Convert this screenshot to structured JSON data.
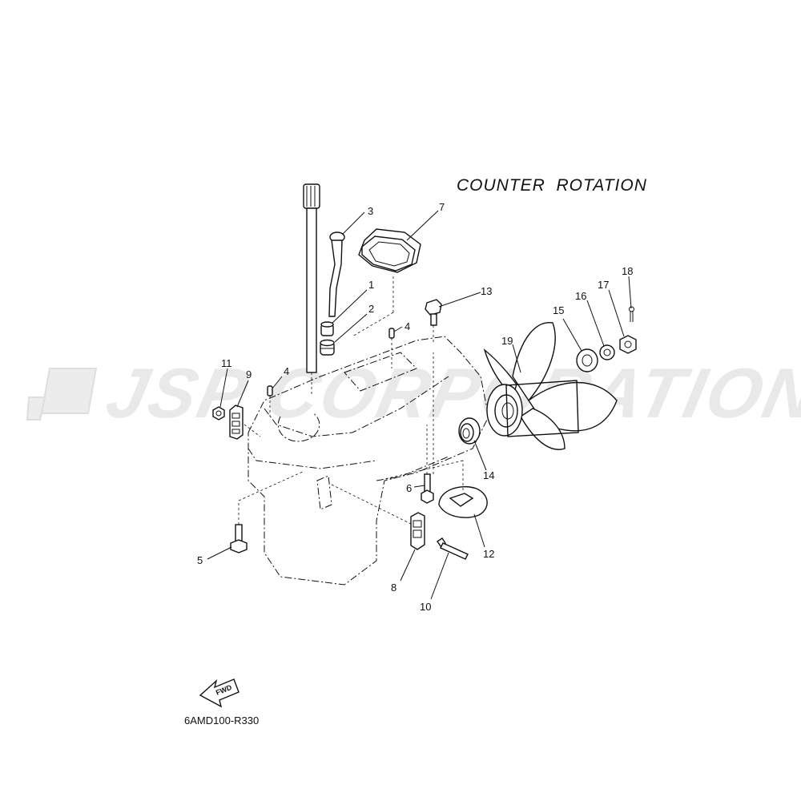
{
  "diagram": {
    "title": "COUNTER  ROTATION",
    "watermark": "JSP CORPORATION",
    "drawing_code": "6AMD100-R330",
    "fwd_label": "FWD",
    "callouts": [
      {
        "id": "c1",
        "label": "1"
      },
      {
        "id": "c2",
        "label": "2"
      },
      {
        "id": "c3",
        "label": "3"
      },
      {
        "id": "c4a",
        "label": "4"
      },
      {
        "id": "c4b",
        "label": "4"
      },
      {
        "id": "c5",
        "label": "5"
      },
      {
        "id": "c6",
        "label": "6"
      },
      {
        "id": "c7",
        "label": "7"
      },
      {
        "id": "c8",
        "label": "8"
      },
      {
        "id": "c9",
        "label": "9"
      },
      {
        "id": "c10",
        "label": "10"
      },
      {
        "id": "c11",
        "label": "11"
      },
      {
        "id": "c12",
        "label": "12"
      },
      {
        "id": "c13",
        "label": "13"
      },
      {
        "id": "c14",
        "label": "14"
      },
      {
        "id": "c15",
        "label": "15"
      },
      {
        "id": "c16",
        "label": "16"
      },
      {
        "id": "c17",
        "label": "17"
      },
      {
        "id": "c18",
        "label": "18"
      },
      {
        "id": "c19",
        "label": "19"
      }
    ]
  }
}
